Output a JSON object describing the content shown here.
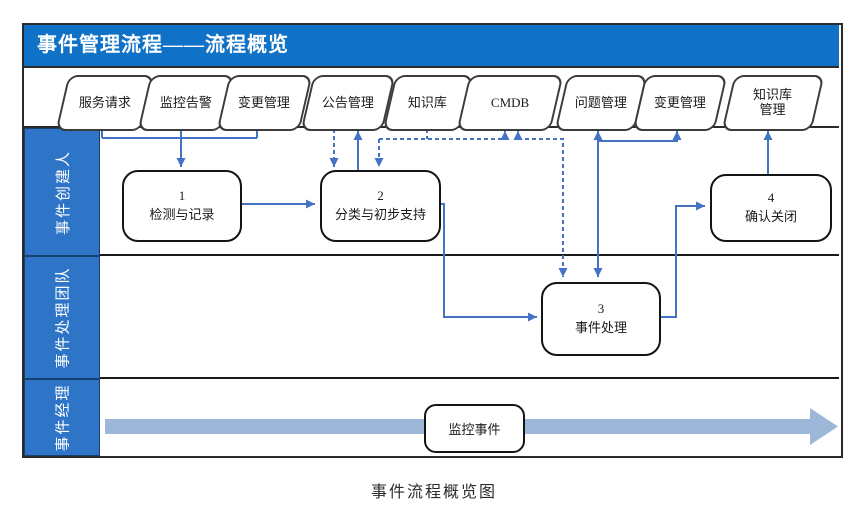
{
  "title": "事件管理流程——流程概览",
  "caption": "事件流程概览图",
  "sources": [
    {
      "label": "服务请求"
    },
    {
      "label": "监控告警"
    },
    {
      "label": "变更管理"
    },
    {
      "label": "公告管理"
    },
    {
      "label": "知识库"
    },
    {
      "label": "CMDB"
    },
    {
      "label": "问题管理"
    },
    {
      "label": "变更管理"
    },
    {
      "label": "知识库",
      "label2": "管理"
    }
  ],
  "lanes": [
    {
      "label": "事件创建人"
    },
    {
      "label": "事件处理团队"
    },
    {
      "label": "事件经理"
    }
  ],
  "steps": [
    {
      "number": "1",
      "label": "检测与记录"
    },
    {
      "number": "2",
      "label": "分类与初步支持"
    },
    {
      "number": "3",
      "label": "事件处理"
    },
    {
      "number": "4",
      "label": "确认关闭"
    }
  ],
  "monitor_label": "监控事件",
  "colors": {
    "title_bar": "#0f72c6",
    "lane_label": "#2e75c8",
    "connector": "#4472c4",
    "monitor_arrow": "#9db7d9"
  }
}
